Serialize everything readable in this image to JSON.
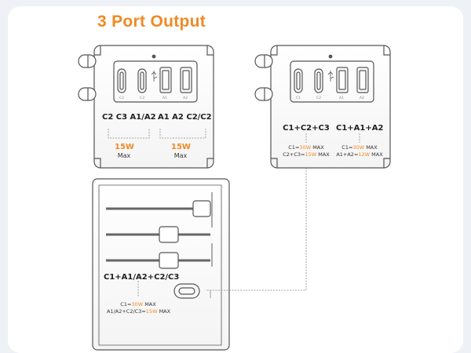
{
  "title": "3 Port Output",
  "left_adapter": {
    "port_labels": [
      "C2",
      "C3",
      "A1",
      "A2"
    ],
    "groups": [
      {
        "ports_text": "C2  C3  A1/A2",
        "watts": "15W",
        "max": "Max"
      },
      {
        "ports_text": "A1  A2  C2/C2",
        "watts": "15W",
        "max": "Max"
      }
    ]
  },
  "right_adapter": {
    "port_labels": [
      "C1",
      "C2",
      "A1",
      "A2"
    ],
    "combos": [
      {
        "name": "C1+C2+C3",
        "line1_prefix": "C1=",
        "line1_value": "30W",
        "line1_suffix": " MAX",
        "line2_prefix": "C2+C3=",
        "line2_value": "15W",
        "line2_suffix": " MAX"
      },
      {
        "name": "C1+A1+A2",
        "line1_prefix": "C1=",
        "line1_value": "30W",
        "line1_suffix": " MAX",
        "line2_prefix": "A1+A2=",
        "line2_value": "12W",
        "line2_suffix": " MAX"
      }
    ]
  },
  "bottom_adapter": {
    "combo": {
      "name": "C1+A1/A2+C2/C3",
      "line1_prefix": "C1=",
      "line1_value": "30W",
      "line1_suffix": " MAX",
      "line2_prefix": "A1/A2+C2/C3=",
      "line2_value": "15W",
      "line2_suffix": " MAX"
    }
  },
  "colors": {
    "accent": "#f08a24",
    "outline": "#555555",
    "line": "#888888"
  }
}
